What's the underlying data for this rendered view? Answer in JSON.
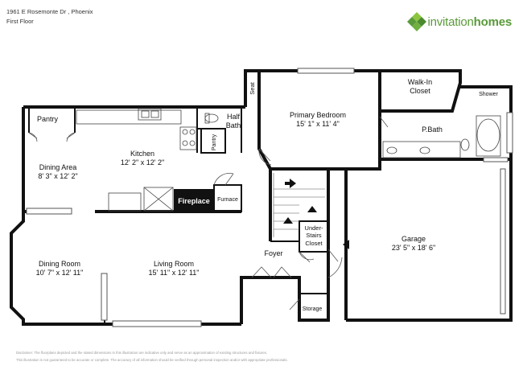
{
  "header": {
    "address": "1961 E Rosemonte Dr , Phoenix",
    "floor": "First Floor"
  },
  "logo": {
    "word1": "invitation",
    "word2": "homes",
    "color": "#5a9a3a"
  },
  "rooms": {
    "pantry": "Pantry",
    "dining_area": {
      "name": "Dining Area",
      "dims": "8' 3\" x 12' 2\""
    },
    "kitchen": {
      "name": "Kitchen",
      "dims": "12' 2\" x 12' 2\""
    },
    "kitchen_pantry": "Pantry",
    "half_bath": {
      "line1": "Half",
      "line2": "Bath"
    },
    "seat": "Seat",
    "primary_bedroom": {
      "name": "Primary Bedroom",
      "dims": "15' 1\" x 11' 4\""
    },
    "walk_in_closet": {
      "line1": "Walk-In",
      "line2": "Closet"
    },
    "shower": "Shower",
    "p_bath": "P.Bath",
    "fireplace": "Fireplace",
    "furnace": "Furnace",
    "under_stairs": {
      "line1": "Under-",
      "line2": "Stairs",
      "line3": "Closet"
    },
    "dining_room": {
      "name": "Dining Room",
      "dims": "10' 7\" x 12' 11\""
    },
    "living_room": {
      "name": "Living Room",
      "dims": "15' 11\" x 12' 11\""
    },
    "foyer": "Foyer",
    "garage": {
      "name": "Garage",
      "dims": "23' 5\" x 18' 6\""
    },
    "storage": "Storage"
  },
  "disclaimer": {
    "line1": "Disclaimer: The floorplans depicted and the stated dimensions in this illustration are indicative only and serve as an approximation of existing structures and fixtures.",
    "line2": "This illustration is not guaranteed to be accurate or complete. The accuracy of all information should be verified through personal inspection and/or with appropriate professionals."
  }
}
